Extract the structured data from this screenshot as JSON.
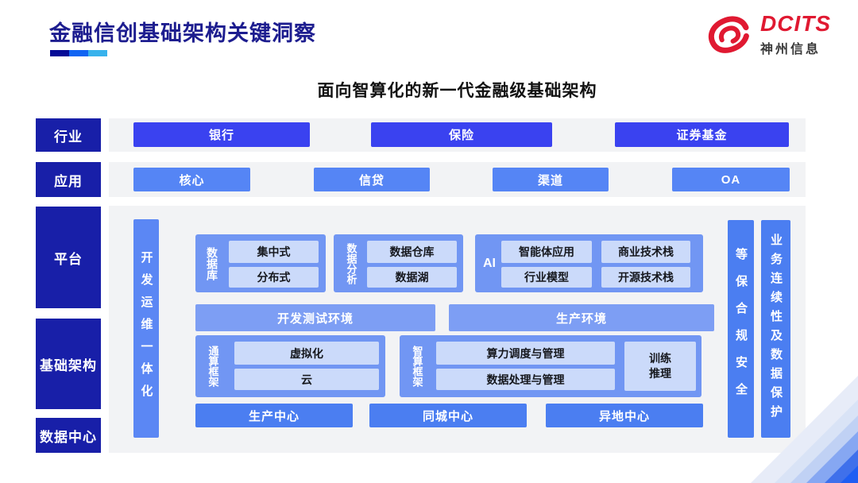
{
  "slide": {
    "title": "金融信创基础架构关键洞察",
    "subtitle": "面向智算化的新一代金融级基础架构"
  },
  "logo": {
    "brand": "DCITS",
    "company": "神州信息",
    "brand_color": "#E01931"
  },
  "sidebar": {
    "items": [
      {
        "id": "industry",
        "label": "行业"
      },
      {
        "id": "application",
        "label": "应用"
      },
      {
        "id": "platform",
        "label": "平台"
      },
      {
        "id": "infrastructure",
        "label": "基础架构"
      },
      {
        "id": "datacenter",
        "label": "数据中心"
      }
    ]
  },
  "industry_row": {
    "items": [
      "银行",
      "保险",
      "证券基金"
    ]
  },
  "application_row": {
    "items": [
      "核心",
      "信贷",
      "渠道",
      "OA"
    ]
  },
  "platform": {
    "devops_bar": "开发运维一体化",
    "database_group": {
      "label": "数据库",
      "items": [
        "集中式",
        "分布式"
      ]
    },
    "analytics_group": {
      "label": "数据分析",
      "items": [
        "数据仓库",
        "数据湖"
      ]
    },
    "ai_group": {
      "label": "AI",
      "items": [
        "智能体应用",
        "商业技术栈",
        "行业模型",
        "开源技术栈"
      ]
    },
    "environments": [
      "开发测试环境",
      "生产环境"
    ],
    "general_framework": {
      "label": "通算框架",
      "items": [
        "虚拟化",
        "云"
      ]
    },
    "intelligent_framework": {
      "label": "智算框架",
      "items": [
        "算力调度与管理",
        "数据处理与管理"
      ],
      "side_box": "训练\n推理"
    },
    "centers": [
      "生产中心",
      "同城中心",
      "异地中心"
    ],
    "security_bar": "等保合规安全",
    "continuity_bar": "业务连续性及数据保护"
  },
  "colors": {
    "title_navy": "#1D1D8F",
    "sidebar_navy": "#181FA8",
    "industry_blue": "#3A42F0",
    "application_blue": "#5585F5",
    "group_blue": "#7196F3",
    "env_blue": "#7D9EF4",
    "strong_blue": "#4B7EF1",
    "inner_light_blue": "#CBDAFA",
    "panel_gray": "#F2F3F5",
    "underline_segments": [
      "#050A96",
      "#1064F2",
      "#38B2EC"
    ]
  }
}
